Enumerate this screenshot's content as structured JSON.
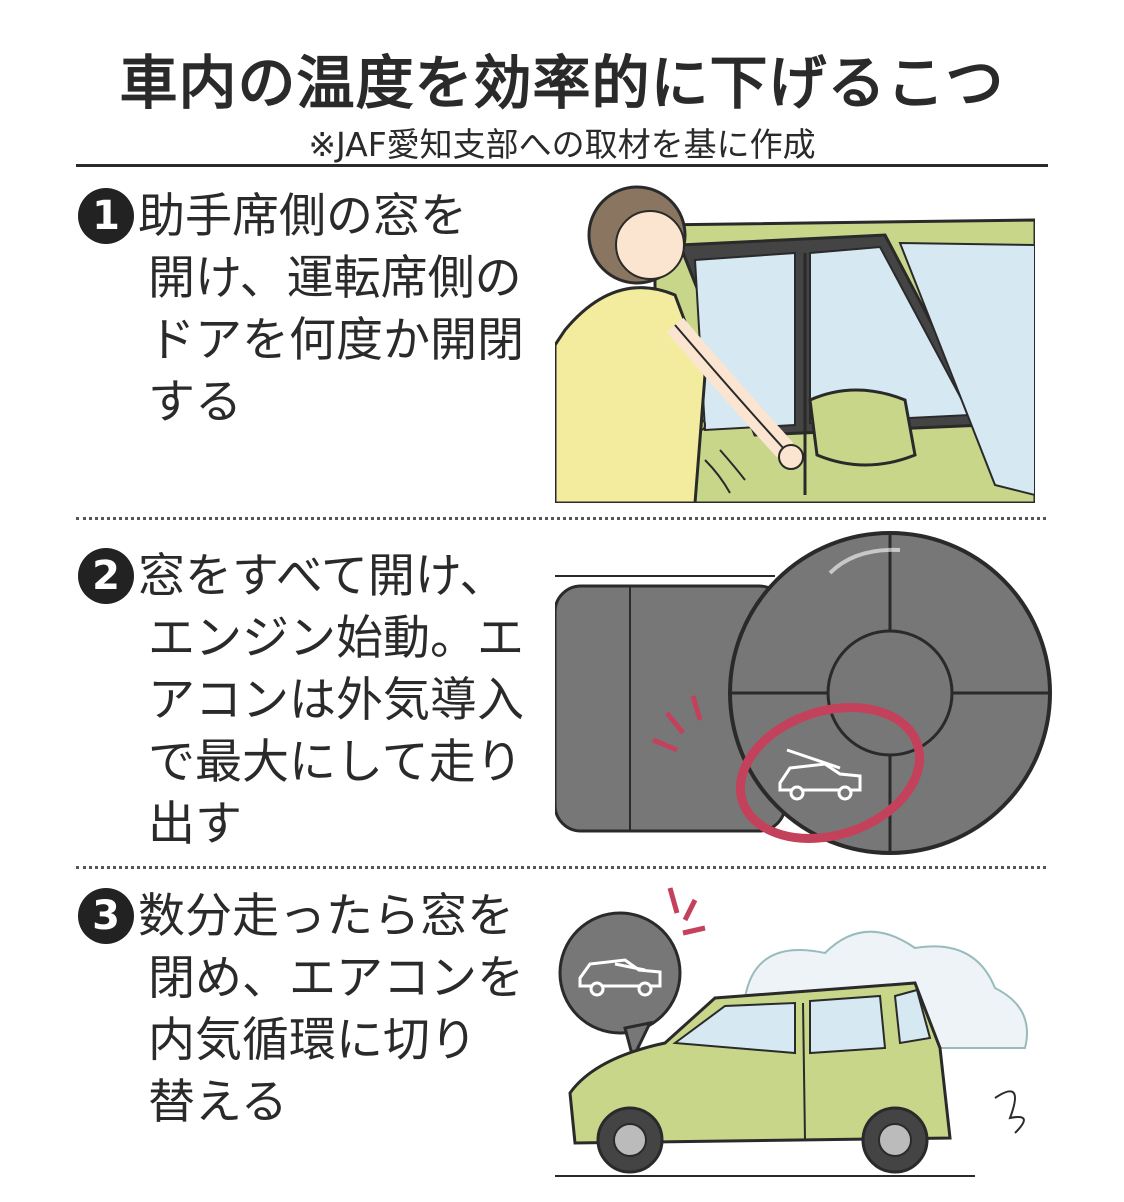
{
  "header": {
    "title": "車内の温度を効率的に下げるこつ",
    "subtitle": "※JAF愛知支部への取材を基に作成"
  },
  "steps": [
    {
      "number": "1",
      "lines": [
        "助手席側の窓を",
        "開け、運転席側の",
        "ドアを何度か開閉",
        "する"
      ]
    },
    {
      "number": "2",
      "lines": [
        "窓をすべて開け、",
        "エンジン始動。エ",
        "アコンは外気導入",
        "で最大にして走り",
        "出す"
      ]
    },
    {
      "number": "3",
      "lines": [
        "数分走ったら窓を",
        "閉め、エアコンを",
        "内気循環に切り",
        "替える"
      ]
    }
  ],
  "colors": {
    "car_body": "#c8d68a",
    "car_dark": "#a9bb62",
    "window_blue": "#d6e8f2",
    "shirt_yellow": "#f3ec9e",
    "panel_gray": "#777777",
    "accent_red": "#c4415c",
    "ink": "#2a2a2a"
  },
  "icons": {
    "step1": "person-opening-car-door",
    "step2": "air-circulation-button-panel",
    "step3": "car-driving-recirculation-icon"
  }
}
